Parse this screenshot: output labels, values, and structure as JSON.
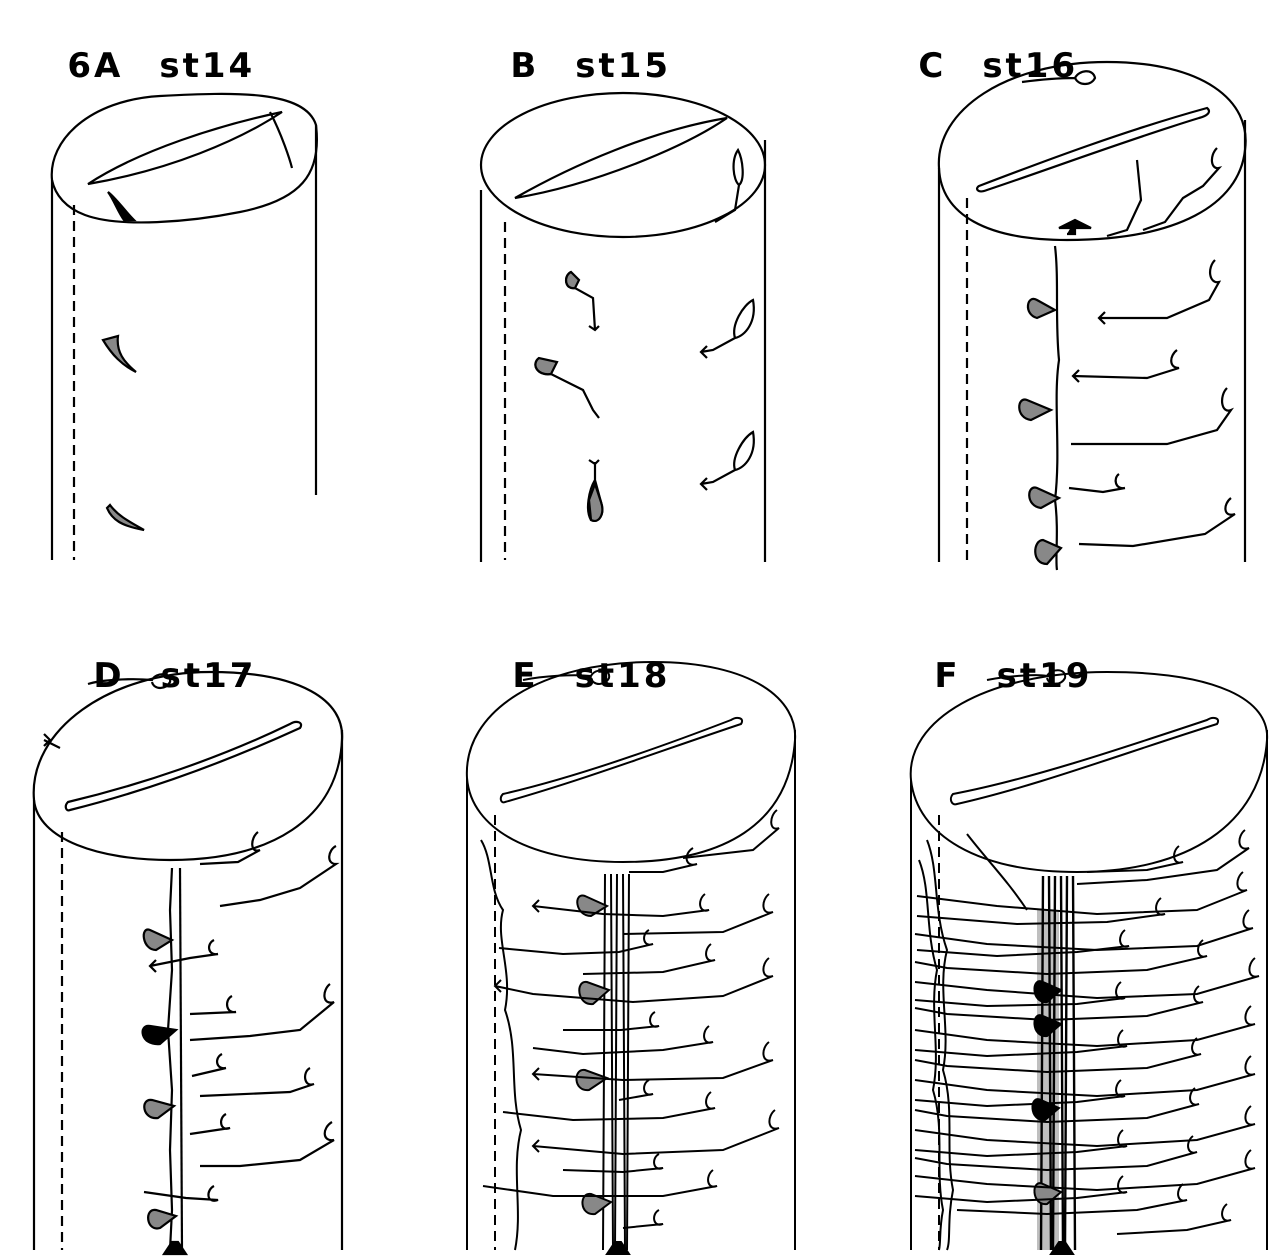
{
  "figure": {
    "panels": [
      {
        "id": "A",
        "letter": "6A",
        "stage": "st14"
      },
      {
        "id": "B",
        "letter": "B",
        "stage": "st15"
      },
      {
        "id": "C",
        "letter": "C",
        "stage": "st16"
      },
      {
        "id": "D",
        "letter": "D",
        "stage": "st17"
      },
      {
        "id": "E",
        "letter": "E",
        "stage": "st18"
      },
      {
        "id": "F",
        "letter": "F",
        "stage": "st19"
      }
    ]
  }
}
